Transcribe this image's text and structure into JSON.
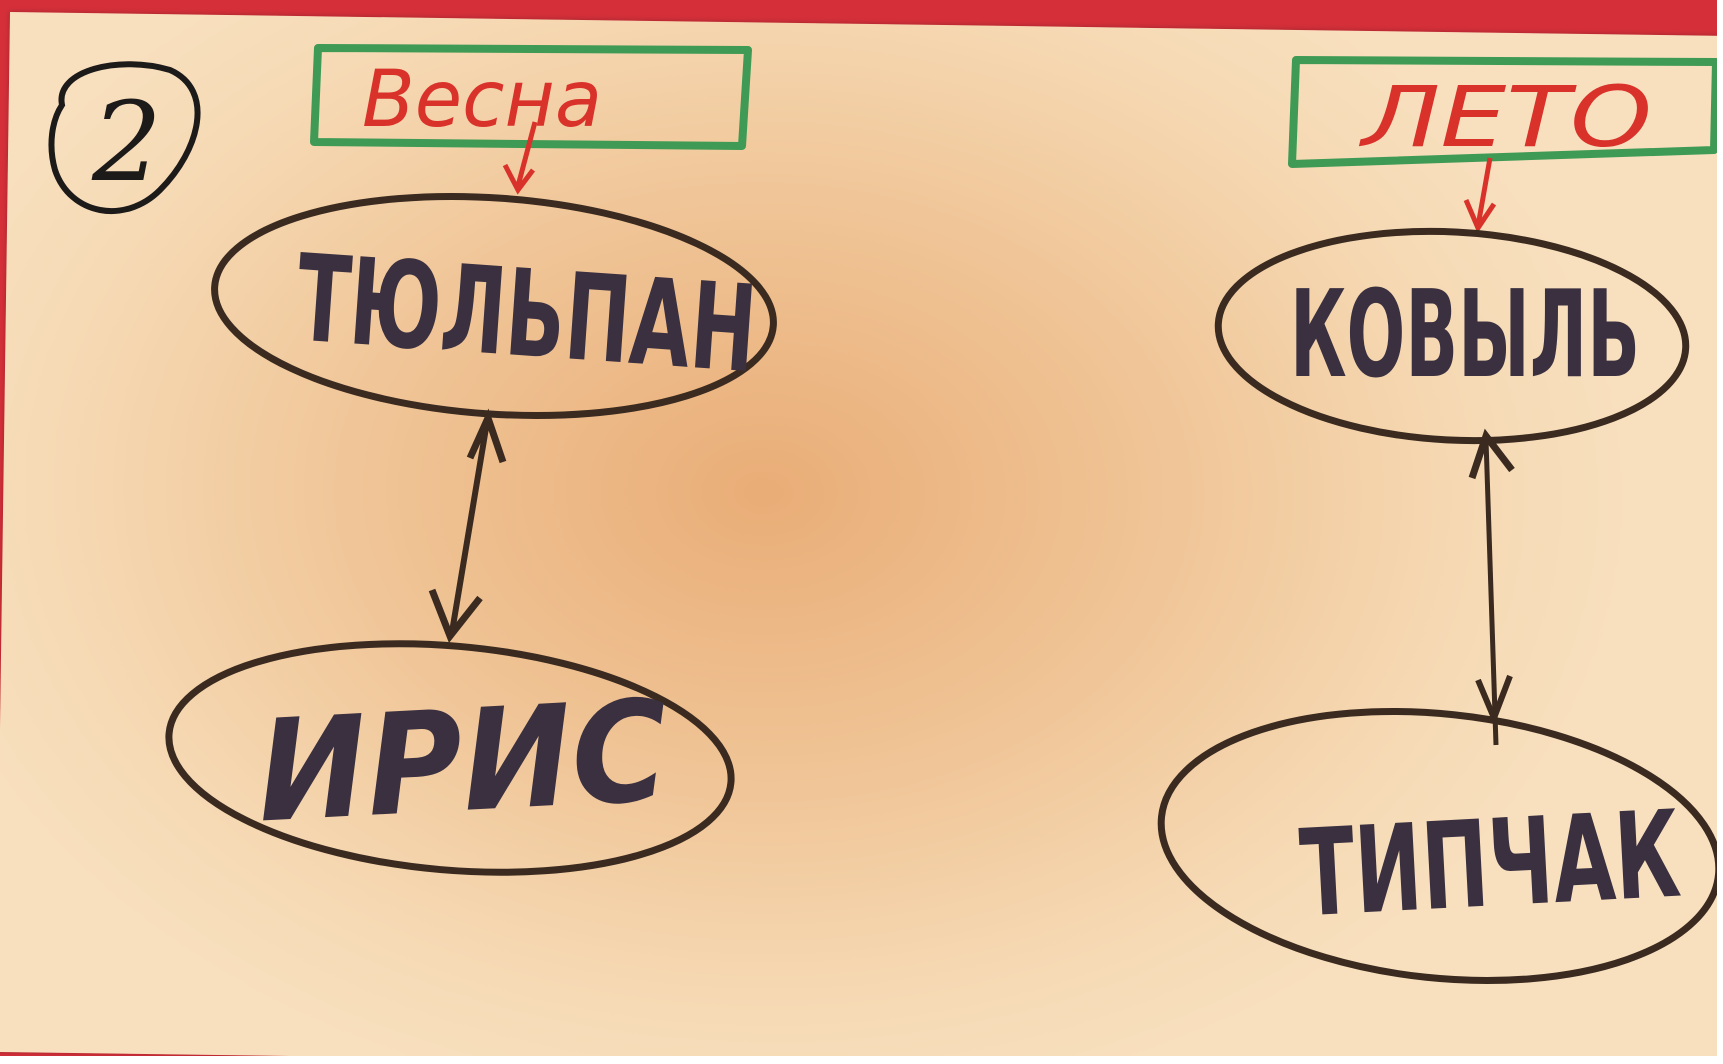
{
  "card_number": "2",
  "diagram_left": {
    "season": "Весна",
    "flower_top": "ТЮЛЬПАН",
    "flower_bottom": "ИРИС"
  },
  "diagram_right": {
    "season": "ЛЕТО",
    "flower_top": "КОВЫЛЬ",
    "flower_bottom": "ТИПЧАК"
  },
  "colors": {
    "border": "#d5303a",
    "paper": "#f3cfa3",
    "marker_red": "#d9322b",
    "marker_green": "#3f9a55",
    "marker_brown": "#3b2a1f",
    "marker_dark": "#3a3040"
  }
}
